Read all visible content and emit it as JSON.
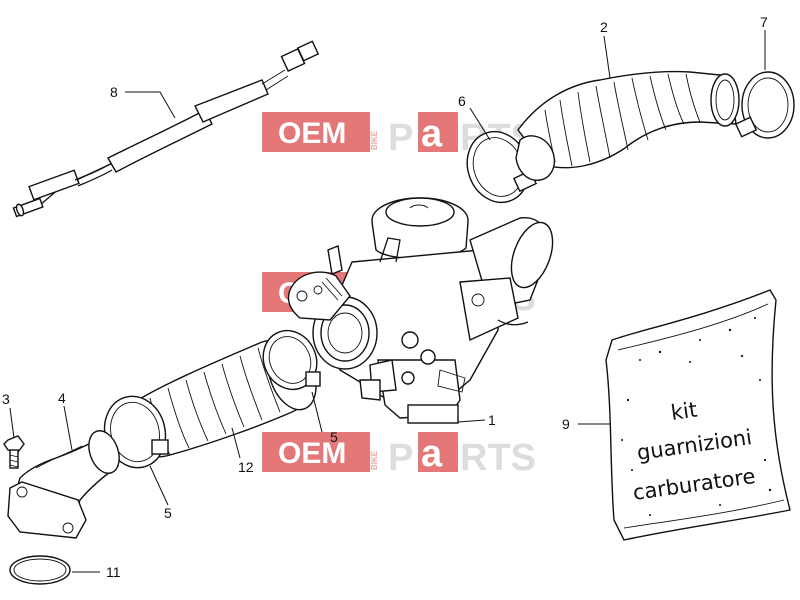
{
  "watermark": {
    "brand_left": "OEM",
    "brand_vertical": "BIKE",
    "brand_right_p": "P",
    "brand_right_a": "a",
    "brand_right_rest": "RTS",
    "colors": {
      "red": "#e06060",
      "grey": "#d8d8d8"
    }
  },
  "callouts": {
    "c1": "1",
    "c2": "2",
    "c3": "3",
    "c4": "4",
    "c5a": "5",
    "c5b": "5",
    "c6": "6",
    "c7": "7",
    "c8": "8",
    "c9": "9",
    "c11": "11",
    "c12": "12"
  },
  "kit_bag": {
    "line1": "kit",
    "line2": "guarnizioni",
    "line3": "carburatore"
  }
}
